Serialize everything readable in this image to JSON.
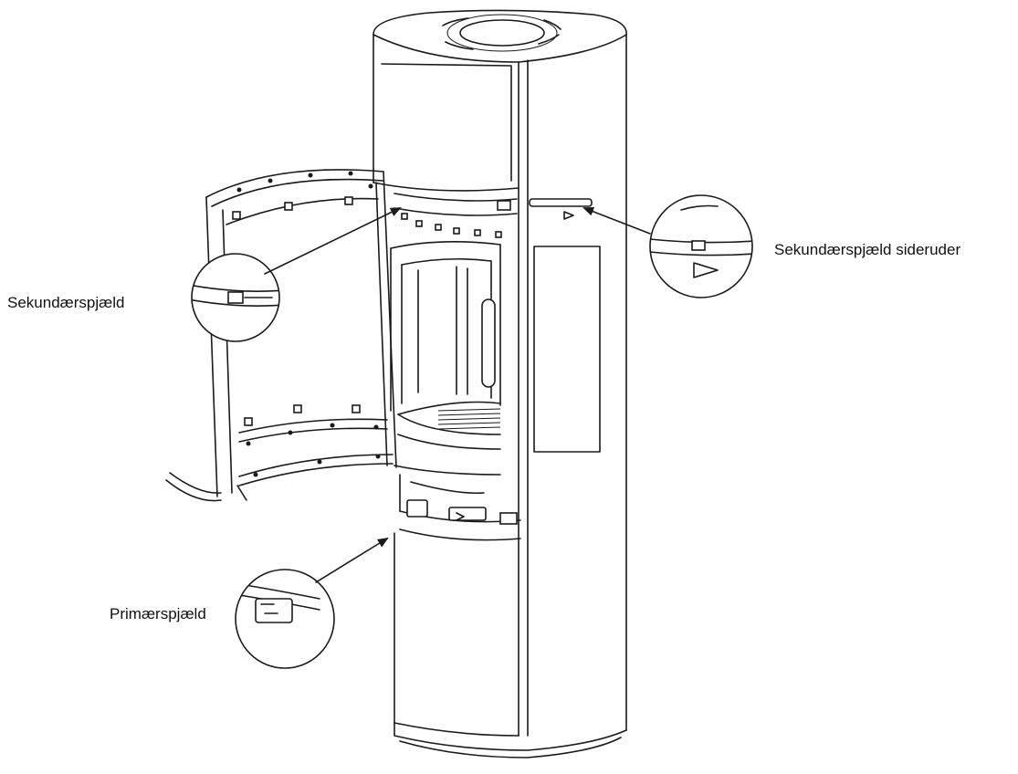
{
  "labels": {
    "secondary_damper": "Sekundærspjæld",
    "side_glass_damper": "Sekundærspjæld sideruder",
    "primary_damper": "Primærspjæld"
  },
  "colors": {
    "line": "#1a1a1a",
    "background": "#ffffff",
    "text": "#111111"
  }
}
